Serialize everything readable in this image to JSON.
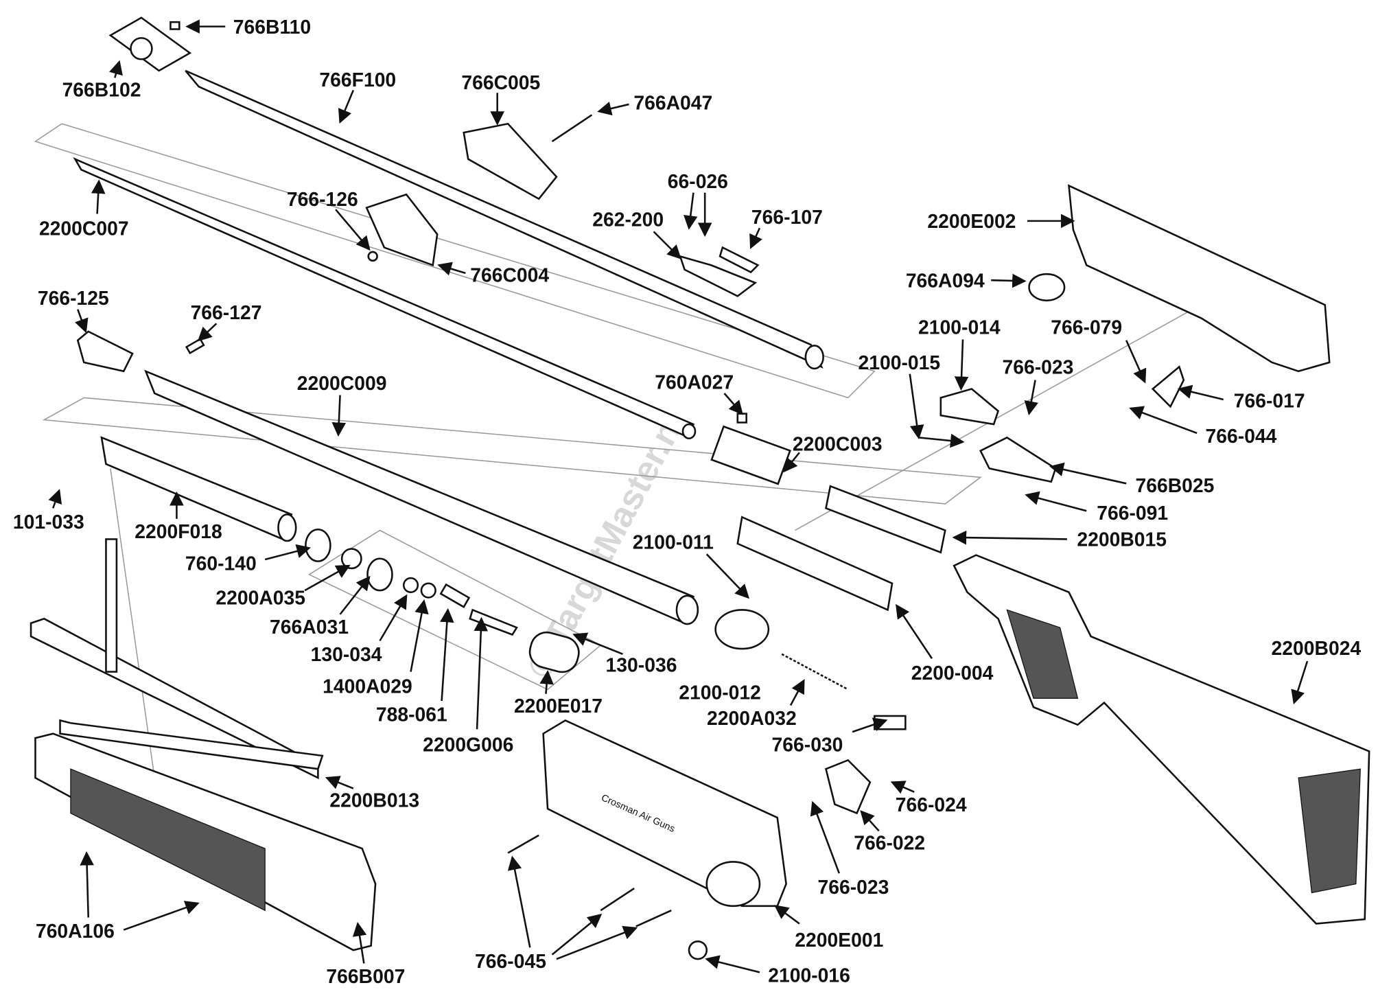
{
  "title": "Crosman 2200 air rifle exploded parts diagram",
  "watermark": "© TargetMaster.nl",
  "receiver_stamp": "Crosman Air Guns",
  "labels": [
    "766B110",
    "766B102",
    "766F100",
    "766C005",
    "766A047",
    "766-126",
    "2200C007",
    "766C004",
    "66-026",
    "262-200",
    "766-107",
    "2200E002",
    "766A094",
    "766-125",
    "766-127",
    "2100-014",
    "766-079",
    "2100-015",
    "766-023",
    "2200C009",
    "760A027",
    "766-017",
    "766-044",
    "2200C003",
    "766B025",
    "101-033",
    "2200F018",
    "766-091",
    "2200B015",
    "2100-011",
    "760-140",
    "2200A035",
    "766A031",
    "130-034",
    "1400A029",
    "788-061",
    "2200G006",
    "130-036",
    "2200E017",
    "2100-012",
    "2200A032",
    "2200-004",
    "2200B024",
    "766-030",
    "2200B013",
    "766-024",
    "766-022",
    "766-023",
    "760A106",
    "2200E001",
    "766-045",
    "766B007",
    "2100-016"
  ]
}
